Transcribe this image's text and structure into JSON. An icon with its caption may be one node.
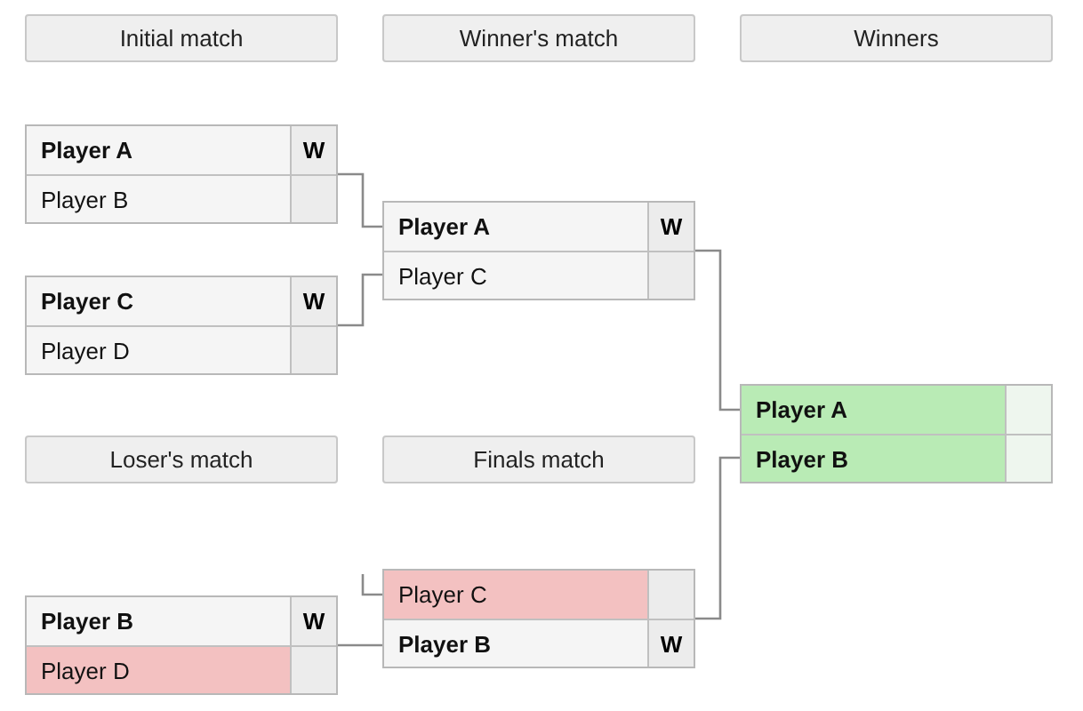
{
  "diagram": {
    "nodes": [
      {
        "text": [
          "Initial match"
        ]
      },
      {
        "text": [
          "Winner's match"
        ]
      },
      {
        "text": [
          "Winners"
        ]
      },
      {
        "text": [],
        "shape": "box"
      },
      {
        "text": [
          "Player A",
          "W"
        ],
        "in": 3
      },
      {
        "text": [
          "Player B"
        ],
        "in": 3
      },
      {
        "text": [],
        "shape": "box"
      },
      {
        "text": [
          "Player C",
          "W"
        ],
        "in": 6
      },
      {
        "text": [
          "Player D"
        ],
        "in": 6
      },
      {
        "text": [],
        "shape": "box"
      },
      {
        "text": [
          "Player A",
          "W"
        ],
        "in": 9
      },
      {
        "text": [
          "Player C"
        ],
        "in": 9
      },
      {
        "text": [],
        "shape": "box"
      },
      {
        "text": [
          "Player A"
        ],
        "in": 12
      },
      {
        "text": [
          "Player B"
        ],
        "in": 12
      },
      {
        "text": [
          "Loser's match"
        ]
      },
      {
        "text": [
          "Finals match"
        ]
      },
      {
        "text": [],
        "shape": "box"
      },
      {
        "text": [
          "Player C"
        ],
        "in": 17
      },
      {
        "text": [
          "Player B",
          "W"
        ],
        "in": 17
      },
      {
        "text": [],
        "shape": "box"
      },
      {
        "text": [
          "Player B",
          "W"
        ],
        "in": 20
      },
      {
        "text": [
          "Player D"
        ],
        "in": 20
      }
    ],
    "edges": [
      {
        "from": 3,
        "to": 10,
        "arrow": "none"
      },
      {
        "from": 6,
        "to": 11,
        "arrow": "none"
      },
      {
        "from": 9,
        "to": 13,
        "arrow": "none"
      },
      {
        "from": 17,
        "to": 14,
        "arrow": "none"
      },
      {
        "from": 20,
        "to": 19,
        "arrow": "none"
      },
      {
        "from": null,
        "to": 18,
        "arrow": "none"
      }
    ]
  }
}
